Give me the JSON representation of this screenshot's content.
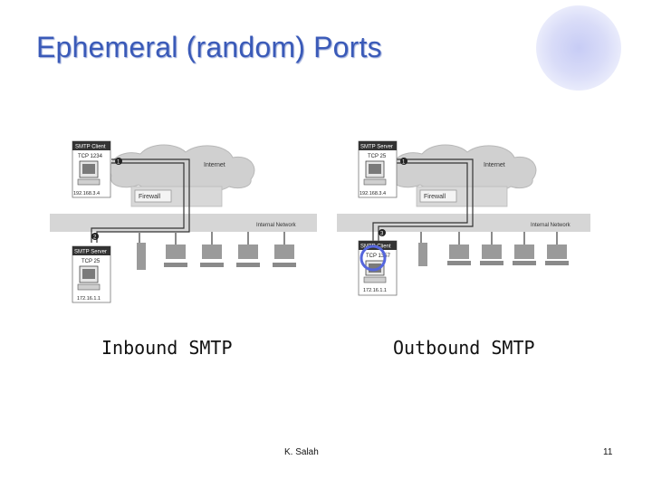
{
  "slide": {
    "title": "Ephemeral (random) Ports",
    "author": "K. Salah",
    "page_number": "11"
  },
  "inbound": {
    "caption": "Inbound SMTP",
    "client_label": "SMTP Client",
    "client_port": "TCP 1234",
    "client_ip": "192.168.3.4",
    "server_label": "SMTP Server",
    "server_port": "TCP 25",
    "server_ip": "172.16.1.1",
    "internet_label": "Internet",
    "firewall_label": "Firewall",
    "network_label": "Internal Network",
    "step1": "1",
    "step2": "2"
  },
  "outbound": {
    "caption": "Outbound SMTP",
    "server_label": "SMTP Server",
    "server_port": "TCP 25",
    "server_ip": "192.168.3.4",
    "client_label": "SMTP Client",
    "client_port": "TCP 1357",
    "client_ip": "172.16.1.1",
    "internet_label": "Internet",
    "firewall_label": "Firewall",
    "network_label": "Internal Network",
    "step1": "1",
    "step3": "3"
  },
  "colors": {
    "title": "#3a5ab8",
    "highlight_ring": "#5566dd",
    "network_bar": "#d6d6d6",
    "cloud": "#cfcfcf"
  }
}
